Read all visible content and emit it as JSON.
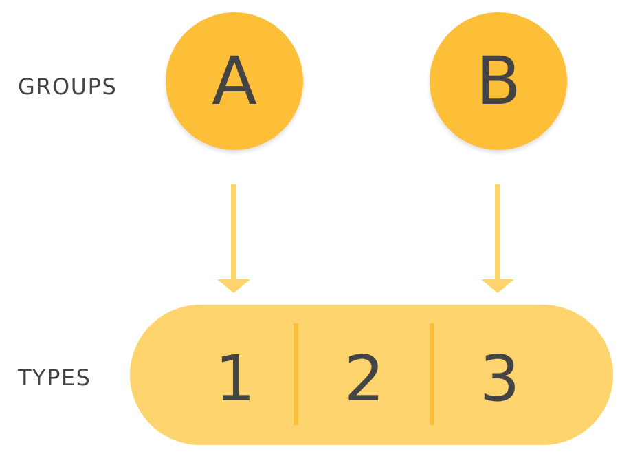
{
  "labels": {
    "groups": "GROUPS",
    "types": "TYPES"
  },
  "groups": [
    {
      "letter": "A"
    },
    {
      "letter": "B"
    }
  ],
  "types": [
    {
      "number": "1"
    },
    {
      "number": "2"
    },
    {
      "number": "3"
    }
  ],
  "colors": {
    "circle": "#FDBE38",
    "arrow": "#FED46E",
    "pill": "#FDD46E",
    "divider": "#FDBE38",
    "text": "#444444"
  }
}
